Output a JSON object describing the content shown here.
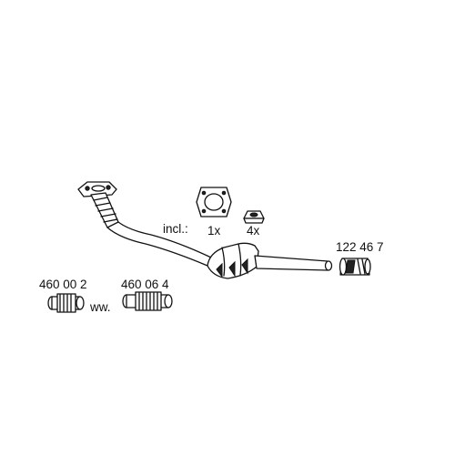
{
  "incl_label": "incl.:",
  "qty_gasket": "1x",
  "qty_nut": "4x",
  "part_clamp": "122 46 7",
  "part_pipe_a": "460 00 2",
  "part_pipe_b": "460 06 4",
  "alt_label": "ww."
}
